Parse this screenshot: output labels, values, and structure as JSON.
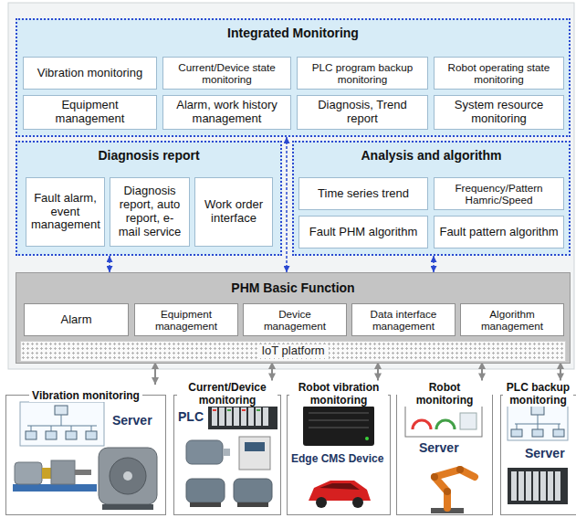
{
  "diagram": {
    "nodes": [
      {
        "text": [
          "Integrated Monitoring"
        ]
      },
      {
        "text": [
          "Vibration monitoring"
        ],
        "in": 0
      },
      {
        "text": [
          "Current/Device state monitoring"
        ],
        "in": 0
      },
      {
        "text": [
          "PLC program backup monitoring"
        ],
        "in": 0
      },
      {
        "text": [
          "Robot operating state monitoring"
        ],
        "in": 0
      },
      {
        "text": [
          "Equipment management"
        ],
        "in": 0
      },
      {
        "text": [
          "Alarm, work history management"
        ],
        "in": 0
      },
      {
        "text": [
          "Diagnosis, Trend report"
        ],
        "in": 0
      },
      {
        "text": [
          "System resource monitoring"
        ],
        "in": 0
      },
      {
        "text": [
          "Diagnosis report"
        ]
      },
      {
        "text": [
          "Fault alarm, event management"
        ],
        "in": 9
      },
      {
        "text": [
          "Diagnosis report, auto report, e-mail service"
        ],
        "in": 9
      },
      {
        "text": [
          "Work order interface"
        ],
        "in": 9
      },
      {
        "text": [
          "Analysis and algorithm"
        ]
      },
      {
        "text": [
          "Time series trend"
        ],
        "in": 13
      },
      {
        "text": [
          "Frequency/Pattern Hamric/Speed"
        ],
        "in": 13
      },
      {
        "text": [
          "Fault PHM algorithm"
        ],
        "in": 13
      },
      {
        "text": [
          "Fault pattern algorithm"
        ],
        "in": 13
      },
      {
        "text": [
          "PHM Basic Function"
        ]
      },
      {
        "text": [
          "Alarm"
        ],
        "in": 18
      },
      {
        "text": [
          "Equipment management"
        ],
        "in": 18
      },
      {
        "text": [
          "Device management"
        ],
        "in": 18
      },
      {
        "text": [
          "Data interface management"
        ],
        "in": 18
      },
      {
        "text": [
          "Algorithm management"
        ],
        "in": 18
      },
      {
        "text": [
          "IoT platform"
        ],
        "in": 18
      },
      {
        "text": [
          "Vibration monitoring"
        ]
      },
      {
        "text": [
          "Current/Device monitoring"
        ]
      },
      {
        "text": [
          "Robot vibration monitoring"
        ]
      },
      {
        "text": [
          "Robot monitoring"
        ]
      },
      {
        "text": [
          "PLC backup monitoring"
        ]
      }
    ],
    "edges": [
      {
        "from": 0,
        "to": 18,
        "arrow": "both"
      },
      {
        "from": 9,
        "to": 18,
        "arrow": "both"
      },
      {
        "from": 13,
        "to": 18,
        "arrow": "both"
      },
      {
        "from": 25,
        "to": 24,
        "arrow": "both"
      },
      {
        "from": 26,
        "to": 24,
        "arrow": "both"
      },
      {
        "from": 27,
        "to": 24,
        "arrow": "both"
      },
      {
        "from": 28,
        "to": 24,
        "arrow": "both"
      },
      {
        "from": 29,
        "to": 24,
        "arrow": "both"
      }
    ],
    "labels": [
      "Server",
      "PLC",
      "Edge CMS Device",
      "Server",
      "Server"
    ]
  }
}
